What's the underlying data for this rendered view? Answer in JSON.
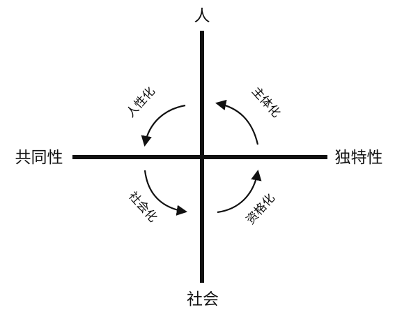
{
  "diagram": {
    "axis_labels": {
      "top": "人",
      "bottom": "社会",
      "left": "共同性",
      "right": "独特性"
    },
    "processes": {
      "top_left": "人性化",
      "top_right": "主体化",
      "bottom_left": "社会化",
      "bottom_right": "资格化"
    }
  }
}
